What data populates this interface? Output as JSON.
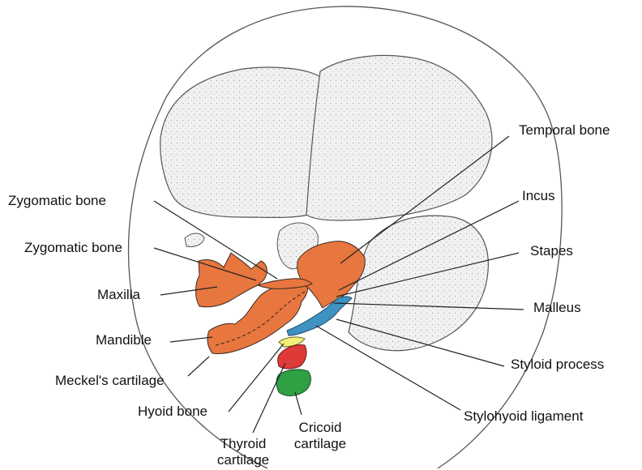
{
  "colors": {
    "outline": "#4a4a4a",
    "bone_fill": "#ebebeb",
    "pharyngeal_arch_1": "#e8763f",
    "pharyngeal_arch_2": "#3d92c2",
    "hyoid": "#f2ee7a",
    "thyroid": "#de3a38",
    "cricoid": "#2fa043"
  },
  "labels": {
    "temporal_bone": "Temporal bone",
    "incus": "Incus",
    "stapes": "Stapes",
    "malleus": "Malleus",
    "styloid_process": "Styloid process",
    "stylohyoid_ligament": "Stylohyoid ligament",
    "zygomatic_bone_1": "Zygomatic bone",
    "zygomatic_bone_2": "Zygomatic bone",
    "maxilla": "Maxilla",
    "mandible": "Mandible",
    "meckels_cartilage": "Meckel's cartilage",
    "hyoid_bone": "Hyoid bone",
    "thyroid_line1": "Thyroid",
    "thyroid_line2": "cartilage",
    "cricoid_line1": "Cricoid",
    "cricoid_line2": "cartilage"
  }
}
